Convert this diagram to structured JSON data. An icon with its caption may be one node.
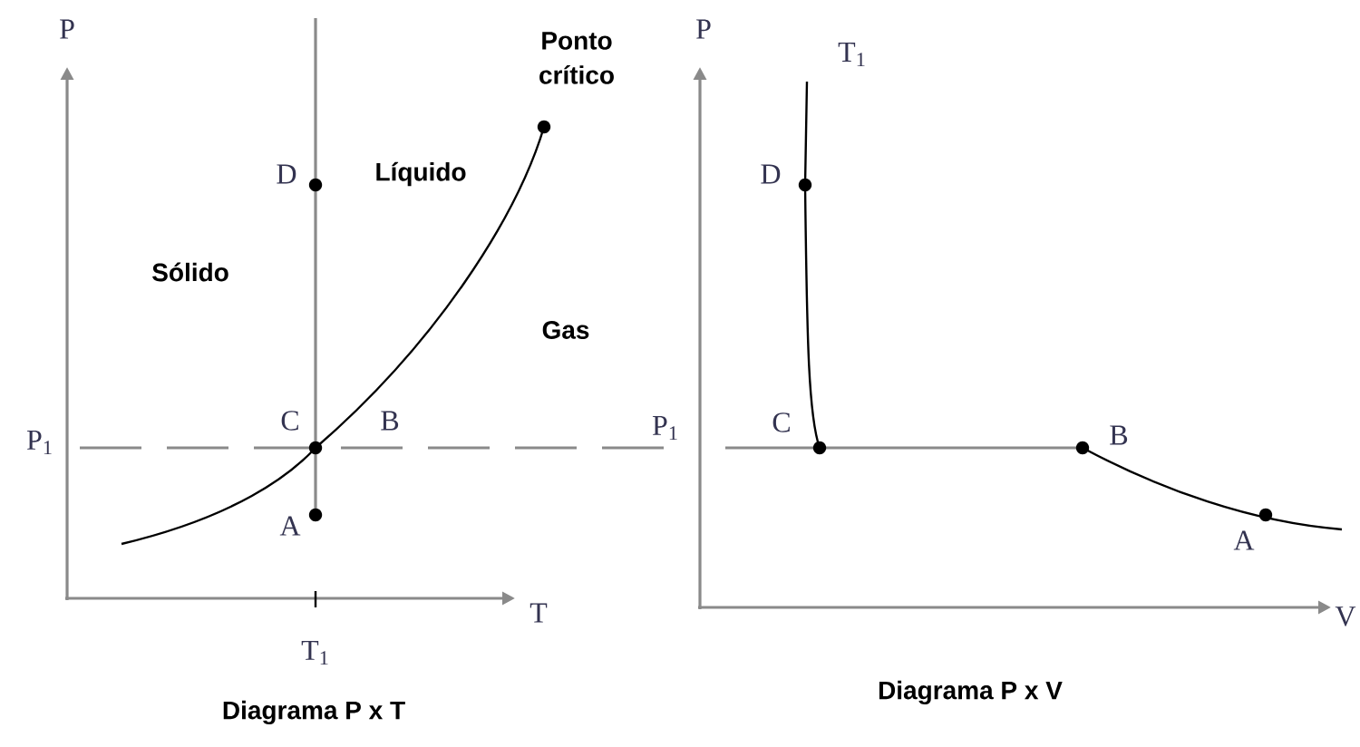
{
  "diagram": {
    "labels": [
      "P",
      "Ponto crítico",
      "D",
      "Líquido",
      "Sólido",
      "Gas",
      "C",
      "B",
      "P$_{1}$",
      "A",
      "T",
      "T$_{1}$",
      "Diagrama P x T",
      "P",
      "T$_{1}$",
      "D",
      "P$_{1}$",
      "C",
      "B",
      "A",
      "V",
      "Diagrama P x V"
    ]
  }
}
